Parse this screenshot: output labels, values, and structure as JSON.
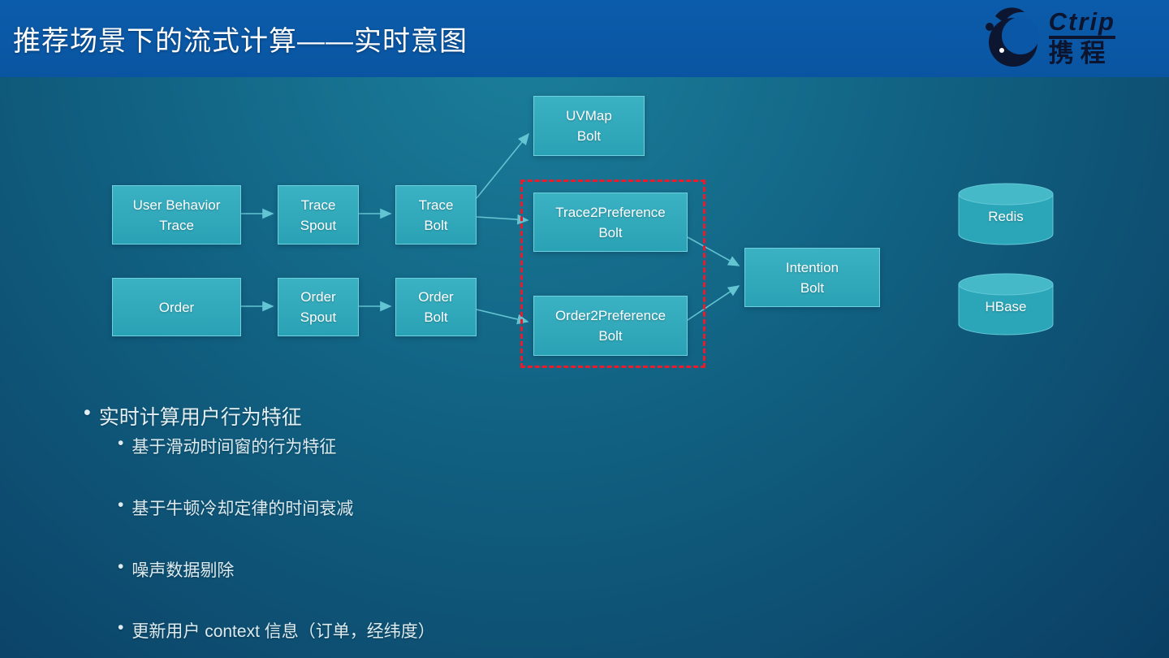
{
  "header": {
    "title": "推荐场景下的流式计算——实时意图",
    "logo_en": "Ctrip",
    "logo_cn": "携程"
  },
  "diagram": {
    "nodes": {
      "uvmap": "UVMap\nBolt",
      "user_behavior_trace": "User Behavior\nTrace",
      "trace_spout": "Trace\nSpout",
      "trace_bolt": "Trace\nBolt",
      "trace2preference": "Trace2Preference\nBolt",
      "order": "Order",
      "order_spout": "Order\nSpout",
      "order_bolt": "Order\nBolt",
      "order2preference": "Order2Preference\nBolt",
      "intention": "Intention\nBolt"
    },
    "datastores": {
      "redis": "Redis",
      "hbase": "HBase"
    }
  },
  "bullets": {
    "main": "实时计算用户行为特征",
    "sub": [
      "基于滑动时间窗的行为特征",
      "基于牛顿冷却定律的时间衰减",
      "噪声数据剔除",
      "更新用户 context 信息（订单，经纬度）"
    ]
  },
  "colors": {
    "header_bg": "#0a57a7",
    "node_fill": "#2fa8ba",
    "node_border": "#6fd0de",
    "arrow": "#63c4d2",
    "highlight_dashed": "#ea1c2c",
    "text": "#ffffff"
  }
}
